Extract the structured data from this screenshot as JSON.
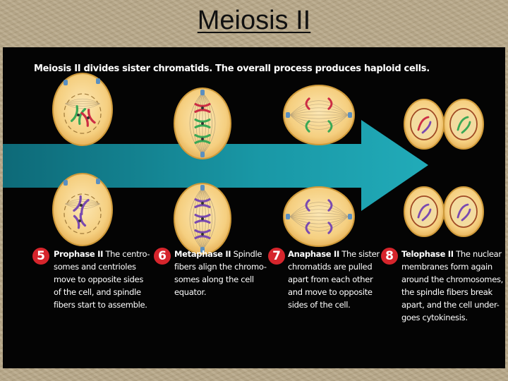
{
  "slide_title": "Meiosis II",
  "intro": "Meiosis II divides sister chromatids. The overall process produces haploid cells.",
  "colors": {
    "arrow": "#1aa0b0",
    "cell_fill": "#f7d48a",
    "cell_border": "#cf9a3a",
    "chromosome_green": "#3aa855",
    "chromosome_purple": "#7a4ab0",
    "chromosome_red": "#cc2d44",
    "centrosome": "#5a8fc0",
    "badge": "#d6252c"
  },
  "stages": [
    {
      "number": "5",
      "title": "Prophase II",
      "lines": [
        "The centro-",
        "somes and centrioles",
        "move to opposite sides",
        "of the cell, and spindle",
        "fibers start to assemble."
      ]
    },
    {
      "number": "6",
      "title": "Metaphase II",
      "lines": [
        "Spindle",
        "fibers align the chromo-",
        "somes along the cell",
        "equator."
      ]
    },
    {
      "number": "7",
      "title": "Anaphase II",
      "lines": [
        "The sister",
        "chromatids are pulled",
        "apart from each other",
        "and move to opposite",
        "sides of the cell."
      ]
    },
    {
      "number": "8",
      "title": "Telophase II",
      "lines": [
        "The nuclear",
        "membranes form again",
        "around the chromosomes,",
        "the spindle fibers break",
        "apart, and the cell under-",
        "goes cytokinesis."
      ]
    }
  ]
}
